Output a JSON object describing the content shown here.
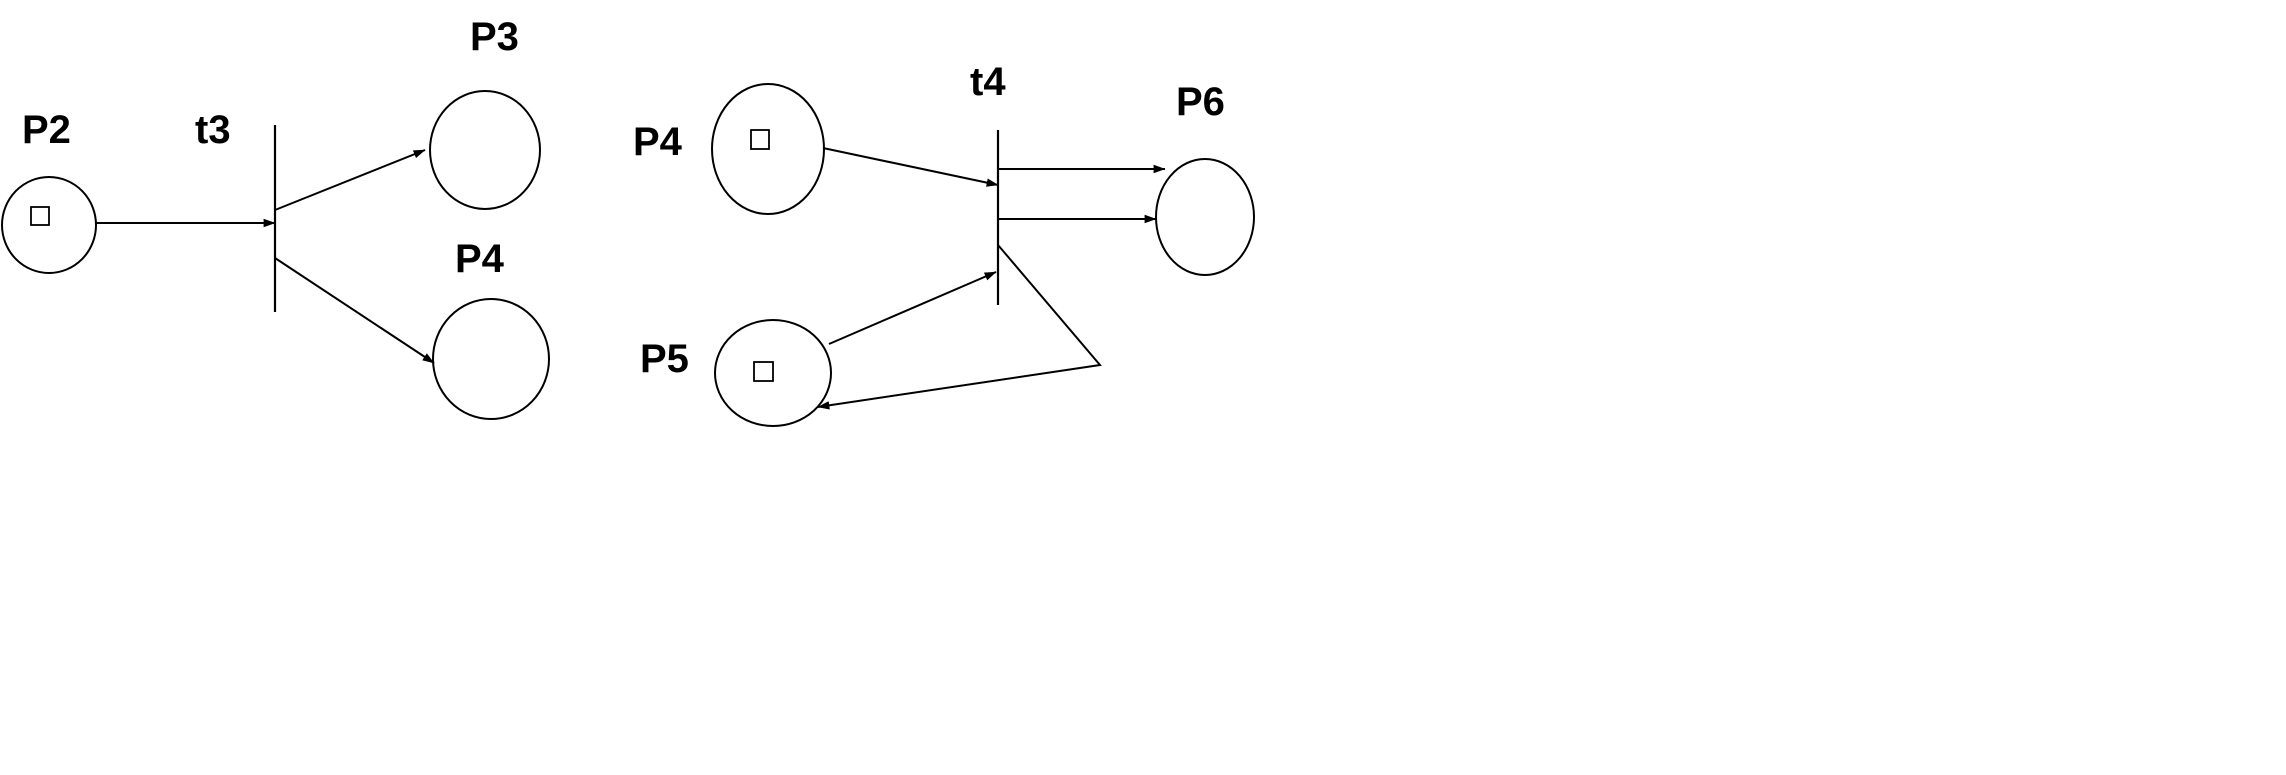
{
  "diagram": {
    "left_net": {
      "places": [
        {
          "id": "p2",
          "label": "P2",
          "tokens": 1
        },
        {
          "id": "p3",
          "label": "P3",
          "tokens": 0
        },
        {
          "id": "p4",
          "label": "P4",
          "tokens": 0
        }
      ],
      "transition": {
        "id": "t3",
        "label": "t3"
      }
    },
    "right_net": {
      "places": [
        {
          "id": "p4",
          "label": "P4",
          "tokens": 1
        },
        {
          "id": "p5",
          "label": "P5",
          "tokens": 1
        },
        {
          "id": "p6",
          "label": "P6",
          "tokens": 0
        }
      ],
      "transition": {
        "id": "t4",
        "label": "t4"
      }
    },
    "colors": {
      "stroke": "#000000",
      "background": "#ffffff"
    }
  }
}
